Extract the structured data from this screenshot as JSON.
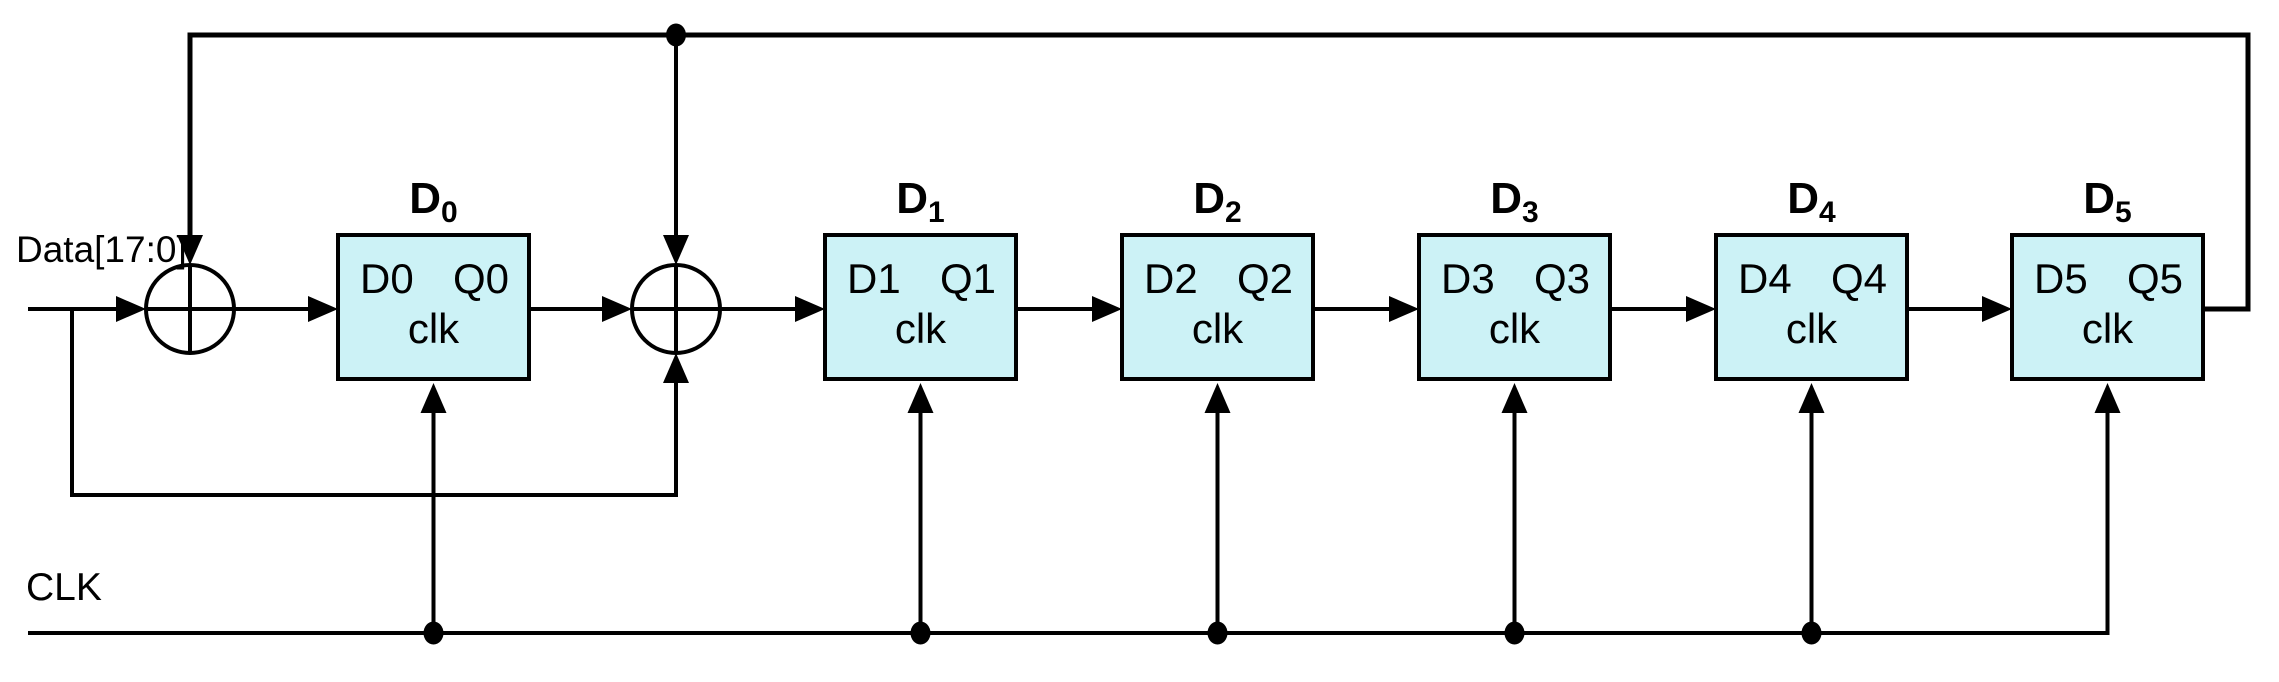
{
  "diagram": {
    "type": "lfsr-shift-register-schematic",
    "input_label": "Data[17:0]",
    "clock_label": "CLK",
    "flip_flops": [
      {
        "title": "D",
        "title_sub": "0",
        "d_label": "D0",
        "q_label": "Q0",
        "clk_label": "clk"
      },
      {
        "title": "D",
        "title_sub": "1",
        "d_label": "D1",
        "q_label": "Q1",
        "clk_label": "clk"
      },
      {
        "title": "D",
        "title_sub": "2",
        "d_label": "D2",
        "q_label": "Q2",
        "clk_label": "clk"
      },
      {
        "title": "D",
        "title_sub": "3",
        "d_label": "D3",
        "q_label": "Q3",
        "clk_label": "clk"
      },
      {
        "title": "D",
        "title_sub": "4",
        "d_label": "D4",
        "q_label": "Q4",
        "clk_label": "clk"
      },
      {
        "title": "D",
        "title_sub": "5",
        "d_label": "D5",
        "q_label": "Q5",
        "clk_label": "clk"
      }
    ],
    "xor_gates": [
      "xor-gate-1",
      "xor-gate-2"
    ],
    "connections": [
      "Data[17:0] -> xor-gate-1 (left input)",
      "feedback -> xor-gate-1 (top input)",
      "xor-gate-1 -> D0",
      "Data[17:0] branch -> xor-gate-2 (bottom input)",
      "Q0 -> xor-gate-2 (left input)",
      "feedback -> xor-gate-2 (top input)",
      "xor-gate-2 -> D1",
      "Q1 -> D2",
      "Q2 -> D3",
      "Q3 -> D4",
      "Q4 -> D5",
      "Q5 -> top feedback line",
      "CLK -> clk inputs of D0..D5"
    ],
    "colors": {
      "flip_flop_fill": "#CCF2F6",
      "wire": "#000000",
      "background": "#FFFFFF"
    }
  }
}
